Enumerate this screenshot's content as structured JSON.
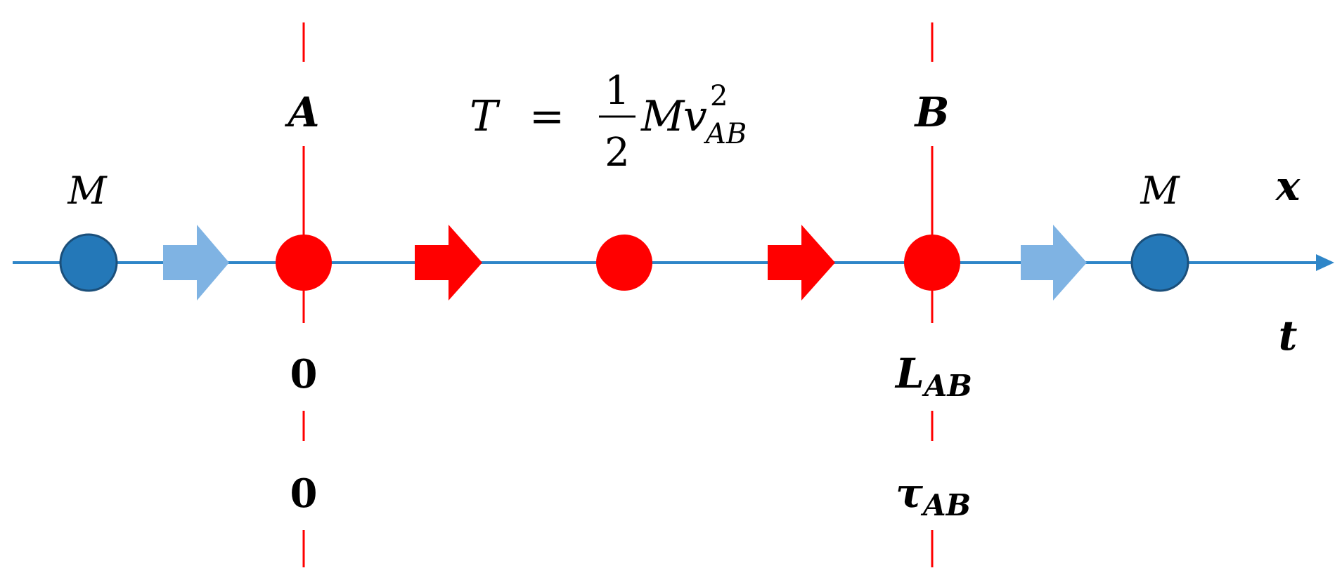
{
  "labels": {
    "mass_left": "M",
    "mass_right": "M",
    "point_a": "A",
    "point_b": "B",
    "axis_x": "x",
    "axis_t": "t",
    "a_position": "0",
    "a_time": "0",
    "b_position_main": "L",
    "b_position_sub": "AB",
    "b_time_main": "τ",
    "b_time_sub": "AB"
  },
  "formula": {
    "lhs": "T",
    "equals": "=",
    "numerator": "1",
    "denominator": "2",
    "mass": "M",
    "velocity": "v",
    "exponent": "2",
    "subscript": "AB"
  },
  "colors": {
    "axis": "#2f86c8",
    "boundary": "#ff0000",
    "mass_fill": "#2478b8",
    "mass_stroke": "#1b4f7a",
    "arrow_light": "#7fb3e3",
    "arrow_red": "#ff0000",
    "particle": "#ff0000"
  }
}
